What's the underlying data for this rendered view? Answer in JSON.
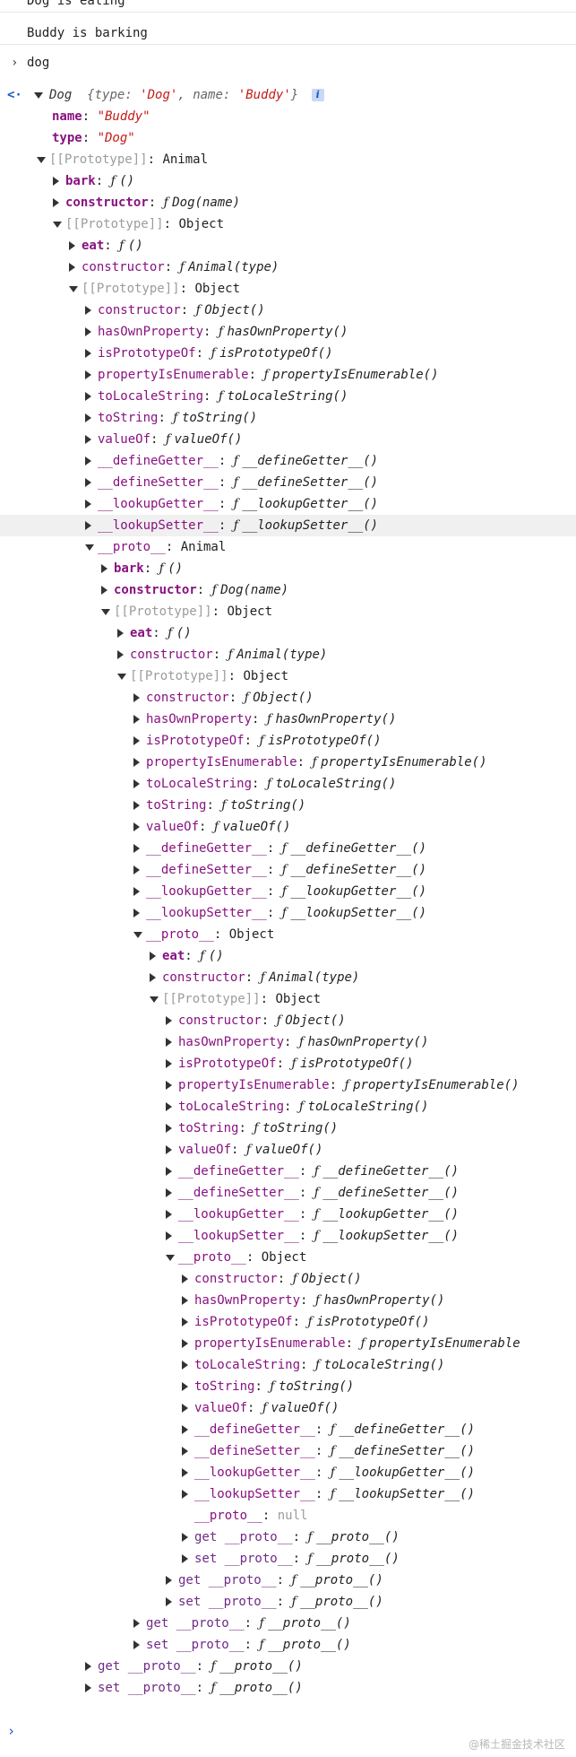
{
  "console": {
    "log_lines": [
      "Dog is eating",
      "Buddy is barking"
    ],
    "input": "dog",
    "prompt_symbol": "›",
    "watermark": "@稀土掘金技术社区"
  },
  "result": {
    "type_name": "Dog",
    "summary": [
      {
        "k": "type",
        "v": "'Dog'"
      },
      {
        "k": "name",
        "v": "'Buddy'"
      }
    ],
    "info": "i",
    "rows": [
      {
        "d": 1,
        "t": "n",
        "k": "name",
        "kc": "k bold",
        "v": "\"Buddy\"",
        "vc": "str"
      },
      {
        "d": 1,
        "t": "n",
        "k": "type",
        "kc": "k bold",
        "v": "\"Dog\"",
        "vc": "str"
      },
      {
        "d": 1,
        "t": "e",
        "k": "[[Prototype]]",
        "kc": "k int",
        "v": "Animal",
        "vc": "val"
      },
      {
        "d": 2,
        "t": "c",
        "k": "bark",
        "kc": "k bold",
        "v": "()",
        "vc": "fn"
      },
      {
        "d": 2,
        "t": "c",
        "k": "constructor",
        "kc": "k bold",
        "v": "Dog(name)",
        "vc": "fn"
      },
      {
        "d": 2,
        "t": "e",
        "k": "[[Prototype]]",
        "kc": "k int",
        "v": "Object",
        "vc": "val"
      },
      {
        "d": 3,
        "t": "c",
        "k": "eat",
        "kc": "k bold",
        "v": "()",
        "vc": "fn"
      },
      {
        "d": 3,
        "t": "c",
        "k": "constructor",
        "kc": "k",
        "v": "Animal(type)",
        "vc": "fn"
      },
      {
        "d": 3,
        "t": "e",
        "k": "[[Prototype]]",
        "kc": "k int",
        "v": "Object",
        "vc": "val"
      },
      {
        "d": 4,
        "t": "c",
        "k": "constructor",
        "kc": "k",
        "v": "Object()",
        "vc": "fn"
      },
      {
        "d": 4,
        "t": "c",
        "k": "hasOwnProperty",
        "kc": "k",
        "v": "hasOwnProperty()",
        "vc": "fn"
      },
      {
        "d": 4,
        "t": "c",
        "k": "isPrototypeOf",
        "kc": "k",
        "v": "isPrototypeOf()",
        "vc": "fn"
      },
      {
        "d": 4,
        "t": "c",
        "k": "propertyIsEnumerable",
        "kc": "k",
        "v": "propertyIsEnumerable()",
        "vc": "fn"
      },
      {
        "d": 4,
        "t": "c",
        "k": "toLocaleString",
        "kc": "k",
        "v": "toLocaleString()",
        "vc": "fn"
      },
      {
        "d": 4,
        "t": "c",
        "k": "toString",
        "kc": "k",
        "v": "toString()",
        "vc": "fn"
      },
      {
        "d": 4,
        "t": "c",
        "k": "valueOf",
        "kc": "k",
        "v": "valueOf()",
        "vc": "fn"
      },
      {
        "d": 4,
        "t": "c",
        "k": "__defineGetter__",
        "kc": "k",
        "v": "__defineGetter__()",
        "vc": "fn"
      },
      {
        "d": 4,
        "t": "c",
        "k": "__defineSetter__",
        "kc": "k",
        "v": "__defineSetter__()",
        "vc": "fn"
      },
      {
        "d": 4,
        "t": "c",
        "k": "__lookupGetter__",
        "kc": "k",
        "v": "__lookupGetter__()",
        "vc": "fn"
      },
      {
        "d": 4,
        "t": "c",
        "k": "__lookupSetter__",
        "kc": "k",
        "v": "__lookupSetter__()",
        "vc": "fn",
        "hl": true
      },
      {
        "d": 4,
        "t": "e",
        "k": "__proto__",
        "kc": "k",
        "v": "Animal",
        "vc": "val"
      },
      {
        "d": 5,
        "t": "c",
        "k": "bark",
        "kc": "k bold",
        "v": "()",
        "vc": "fn"
      },
      {
        "d": 5,
        "t": "c",
        "k": "constructor",
        "kc": "k bold",
        "v": "Dog(name)",
        "vc": "fn"
      },
      {
        "d": 5,
        "t": "e",
        "k": "[[Prototype]]",
        "kc": "k int",
        "v": "Object",
        "vc": "val"
      },
      {
        "d": 6,
        "t": "c",
        "k": "eat",
        "kc": "k bold",
        "v": "()",
        "vc": "fn"
      },
      {
        "d": 6,
        "t": "c",
        "k": "constructor",
        "kc": "k",
        "v": "Animal(type)",
        "vc": "fn"
      },
      {
        "d": 6,
        "t": "e",
        "k": "[[Prototype]]",
        "kc": "k int",
        "v": "Object",
        "vc": "val"
      },
      {
        "d": 7,
        "t": "c",
        "k": "constructor",
        "kc": "k",
        "v": "Object()",
        "vc": "fn"
      },
      {
        "d": 7,
        "t": "c",
        "k": "hasOwnProperty",
        "kc": "k",
        "v": "hasOwnProperty()",
        "vc": "fn"
      },
      {
        "d": 7,
        "t": "c",
        "k": "isPrototypeOf",
        "kc": "k",
        "v": "isPrototypeOf()",
        "vc": "fn"
      },
      {
        "d": 7,
        "t": "c",
        "k": "propertyIsEnumerable",
        "kc": "k",
        "v": "propertyIsEnumerable()",
        "vc": "fn"
      },
      {
        "d": 7,
        "t": "c",
        "k": "toLocaleString",
        "kc": "k",
        "v": "toLocaleString()",
        "vc": "fn"
      },
      {
        "d": 7,
        "t": "c",
        "k": "toString",
        "kc": "k",
        "v": "toString()",
        "vc": "fn"
      },
      {
        "d": 7,
        "t": "c",
        "k": "valueOf",
        "kc": "k",
        "v": "valueOf()",
        "vc": "fn"
      },
      {
        "d": 7,
        "t": "c",
        "k": "__defineGetter__",
        "kc": "k",
        "v": "__defineGetter__()",
        "vc": "fn"
      },
      {
        "d": 7,
        "t": "c",
        "k": "__defineSetter__",
        "kc": "k",
        "v": "__defineSetter__()",
        "vc": "fn"
      },
      {
        "d": 7,
        "t": "c",
        "k": "__lookupGetter__",
        "kc": "k",
        "v": "__lookupGetter__()",
        "vc": "fn"
      },
      {
        "d": 7,
        "t": "c",
        "k": "__lookupSetter__",
        "kc": "k",
        "v": "__lookupSetter__()",
        "vc": "fn"
      },
      {
        "d": 7,
        "t": "e",
        "k": "__proto__",
        "kc": "k",
        "v": "Object",
        "vc": "val"
      },
      {
        "d": 8,
        "t": "c",
        "k": "eat",
        "kc": "k bold",
        "v": "()",
        "vc": "fn"
      },
      {
        "d": 8,
        "t": "c",
        "k": "constructor",
        "kc": "k",
        "v": "Animal(type)",
        "vc": "fn"
      },
      {
        "d": 8,
        "t": "e",
        "k": "[[Prototype]]",
        "kc": "k int",
        "v": "Object",
        "vc": "val"
      },
      {
        "d": 9,
        "t": "c",
        "k": "constructor",
        "kc": "k",
        "v": "Object()",
        "vc": "fn"
      },
      {
        "d": 9,
        "t": "c",
        "k": "hasOwnProperty",
        "kc": "k",
        "v": "hasOwnProperty()",
        "vc": "fn"
      },
      {
        "d": 9,
        "t": "c",
        "k": "isPrototypeOf",
        "kc": "k",
        "v": "isPrototypeOf()",
        "vc": "fn"
      },
      {
        "d": 9,
        "t": "c",
        "k": "propertyIsEnumerable",
        "kc": "k",
        "v": "propertyIsEnumerable()",
        "vc": "fn"
      },
      {
        "d": 9,
        "t": "c",
        "k": "toLocaleString",
        "kc": "k",
        "v": "toLocaleString()",
        "vc": "fn"
      },
      {
        "d": 9,
        "t": "c",
        "k": "toString",
        "kc": "k",
        "v": "toString()",
        "vc": "fn"
      },
      {
        "d": 9,
        "t": "c",
        "k": "valueOf",
        "kc": "k",
        "v": "valueOf()",
        "vc": "fn"
      },
      {
        "d": 9,
        "t": "c",
        "k": "__defineGetter__",
        "kc": "k",
        "v": "__defineGetter__()",
        "vc": "fn"
      },
      {
        "d": 9,
        "t": "c",
        "k": "__defineSetter__",
        "kc": "k",
        "v": "__defineSetter__()",
        "vc": "fn"
      },
      {
        "d": 9,
        "t": "c",
        "k": "__lookupGetter__",
        "kc": "k",
        "v": "__lookupGetter__()",
        "vc": "fn"
      },
      {
        "d": 9,
        "t": "c",
        "k": "__lookupSetter__",
        "kc": "k",
        "v": "__lookupSetter__()",
        "vc": "fn"
      },
      {
        "d": 9,
        "t": "e",
        "k": "__proto__",
        "kc": "k",
        "v": "Object",
        "vc": "val"
      },
      {
        "d": 10,
        "t": "c",
        "k": "constructor",
        "kc": "k",
        "v": "Object()",
        "vc": "fn"
      },
      {
        "d": 10,
        "t": "c",
        "k": "hasOwnProperty",
        "kc": "k",
        "v": "hasOwnProperty()",
        "vc": "fn"
      },
      {
        "d": 10,
        "t": "c",
        "k": "isPrototypeOf",
        "kc": "k",
        "v": "isPrototypeOf()",
        "vc": "fn"
      },
      {
        "d": 10,
        "t": "c",
        "k": "propertyIsEnumerable",
        "kc": "k",
        "v": "propertyIsEnumerable",
        "vc": "fn"
      },
      {
        "d": 10,
        "t": "c",
        "k": "toLocaleString",
        "kc": "k",
        "v": "toLocaleString()",
        "vc": "fn"
      },
      {
        "d": 10,
        "t": "c",
        "k": "toString",
        "kc": "k",
        "v": "toString()",
        "vc": "fn"
      },
      {
        "d": 10,
        "t": "c",
        "k": "valueOf",
        "kc": "k",
        "v": "valueOf()",
        "vc": "fn"
      },
      {
        "d": 10,
        "t": "c",
        "k": "__defineGetter__",
        "kc": "k",
        "v": "__defineGetter__()",
        "vc": "fn"
      },
      {
        "d": 10,
        "t": "c",
        "k": "__defineSetter__",
        "kc": "k",
        "v": "__defineSetter__()",
        "vc": "fn"
      },
      {
        "d": 10,
        "t": "c",
        "k": "__lookupGetter__",
        "kc": "k",
        "v": "__lookupGetter__()",
        "vc": "fn"
      },
      {
        "d": 10,
        "t": "c",
        "k": "__lookupSetter__",
        "kc": "k",
        "v": "__lookupSetter__()",
        "vc": "fn"
      },
      {
        "d": 10,
        "t": "n",
        "k": "__proto__",
        "kc": "k",
        "v": "null",
        "vc": "nul"
      },
      {
        "d": 10,
        "t": "c",
        "k": "get __proto__",
        "kc": "k acc",
        "v": "__proto__()",
        "vc": "fn"
      },
      {
        "d": 10,
        "t": "c",
        "k": "set __proto__",
        "kc": "k acc",
        "v": "__proto__()",
        "vc": "fn"
      },
      {
        "d": 9,
        "t": "c",
        "k": "get __proto__",
        "kc": "k acc",
        "v": "__proto__()",
        "vc": "fn"
      },
      {
        "d": 9,
        "t": "c",
        "k": "set __proto__",
        "kc": "k acc",
        "v": "__proto__()",
        "vc": "fn"
      },
      {
        "d": 7,
        "t": "c",
        "k": "get __proto__",
        "kc": "k acc",
        "v": "__proto__()",
        "vc": "fn"
      },
      {
        "d": 7,
        "t": "c",
        "k": "set __proto__",
        "kc": "k acc",
        "v": "__proto__()",
        "vc": "fn"
      },
      {
        "d": 4,
        "t": "c",
        "k": "get __proto__",
        "kc": "k acc",
        "v": "__proto__()",
        "vc": "fn"
      },
      {
        "d": 4,
        "t": "c",
        "k": "set __proto__",
        "kc": "k acc",
        "v": "__proto__()",
        "vc": "fn"
      }
    ]
  }
}
